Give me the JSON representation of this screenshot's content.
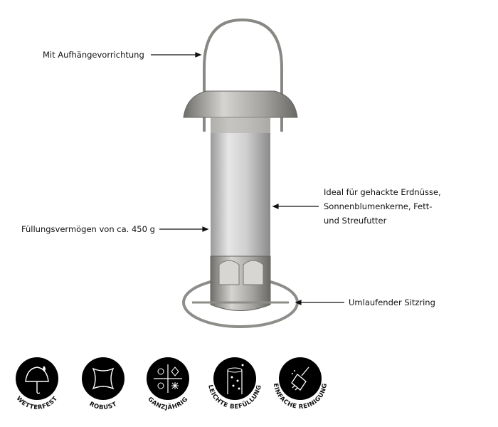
{
  "annotations": {
    "hanger": "Mit Aufhängevorrichtung",
    "capacity": "Füllungsvermögen von ca. 450 g",
    "ideal_lines": [
      "Ideal für gehackte Erdnüsse,",
      "Sonnenblumenkerne, Fett-",
      "und Streufutter"
    ],
    "ring": "Umlaufender Sitzring"
  },
  "features": [
    {
      "label": "WETTERFEST",
      "icon": "umbrella-rain-icon"
    },
    {
      "label": "ROBUST",
      "icon": "stretch-square-icon"
    },
    {
      "label": "GANZJÄHRIG",
      "icon": "four-seasons-icon"
    },
    {
      "label": "LEICHTE BEFÜLLUNG",
      "icon": "fill-tube-icon"
    },
    {
      "label": "EINFACHE REINIGUNG",
      "icon": "broom-icon"
    }
  ],
  "colors": {
    "metal": "#a9a7a3",
    "icon_bg": "#000000"
  }
}
